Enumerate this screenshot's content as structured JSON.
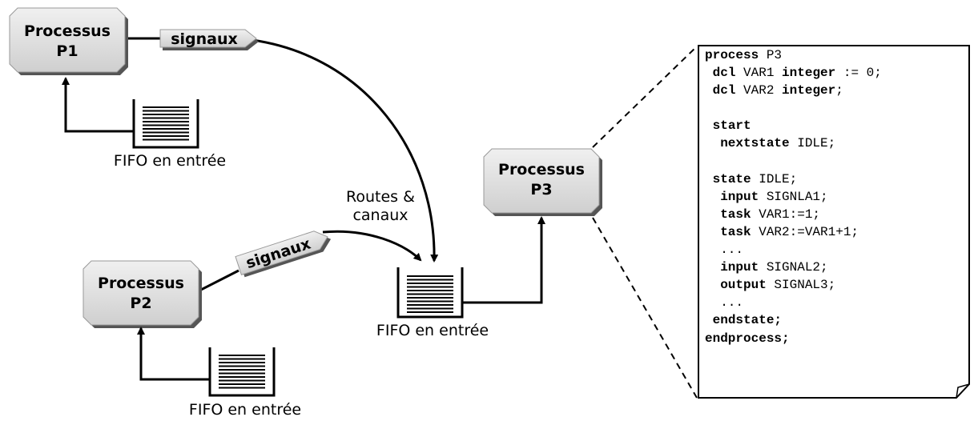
{
  "processes": {
    "p1": {
      "line1": "Processus",
      "line2": "P1"
    },
    "p2": {
      "line1": "Processus",
      "line2": "P2"
    },
    "p3": {
      "line1": "Processus",
      "line2": "P3"
    }
  },
  "signals": {
    "top": "signaux",
    "bottom": "signaux"
  },
  "fifo_labels": {
    "p1": "FIFO en entrée",
    "p2": "FIFO en entrée",
    "p3": "FIFO en entrée"
  },
  "routes_label": {
    "line1": "Routes &",
    "line2": "canaux"
  },
  "code_listing": [
    [
      {
        "t": "process",
        "b": true
      },
      {
        "t": " P3",
        "b": false
      }
    ],
    [
      {
        "t": " ",
        "b": false
      },
      {
        "t": "dcl",
        "b": true
      },
      {
        "t": " VAR1 ",
        "b": false
      },
      {
        "t": "integer",
        "b": true
      },
      {
        "t": " := 0;",
        "b": false
      }
    ],
    [
      {
        "t": " ",
        "b": false
      },
      {
        "t": "dcl",
        "b": true
      },
      {
        "t": " VAR2 ",
        "b": false
      },
      {
        "t": "integer",
        "b": true
      },
      {
        "t": ";",
        "b": false
      }
    ],
    [],
    [
      {
        "t": " ",
        "b": false
      },
      {
        "t": "start",
        "b": true
      }
    ],
    [
      {
        "t": "  ",
        "b": false
      },
      {
        "t": "nextstate",
        "b": true
      },
      {
        "t": " IDLE;",
        "b": false
      }
    ],
    [],
    [
      {
        "t": " ",
        "b": false
      },
      {
        "t": "state",
        "b": true
      },
      {
        "t": " IDLE;",
        "b": false
      }
    ],
    [
      {
        "t": "  ",
        "b": false
      },
      {
        "t": "input",
        "b": true
      },
      {
        "t": " SIGNLA1;",
        "b": false
      }
    ],
    [
      {
        "t": "  ",
        "b": false
      },
      {
        "t": "task",
        "b": true
      },
      {
        "t": " VAR1:=1;",
        "b": false
      }
    ],
    [
      {
        "t": "  ",
        "b": false
      },
      {
        "t": "task",
        "b": true
      },
      {
        "t": " VAR2:=VAR1+1;",
        "b": false
      }
    ],
    [
      {
        "t": "  ...",
        "b": false
      }
    ],
    [
      {
        "t": "  ",
        "b": false
      },
      {
        "t": "input",
        "b": true
      },
      {
        "t": " SIGNAL2;",
        "b": false
      }
    ],
    [
      {
        "t": "  ",
        "b": false
      },
      {
        "t": "output",
        "b": true
      },
      {
        "t": " SIGNAL3;",
        "b": false
      }
    ],
    [
      {
        "t": "  ...",
        "b": false
      }
    ],
    [
      {
        "t": " ",
        "b": false
      },
      {
        "t": "endstate;",
        "b": true
      }
    ],
    [
      {
        "t": "endprocess;",
        "b": true
      }
    ]
  ]
}
